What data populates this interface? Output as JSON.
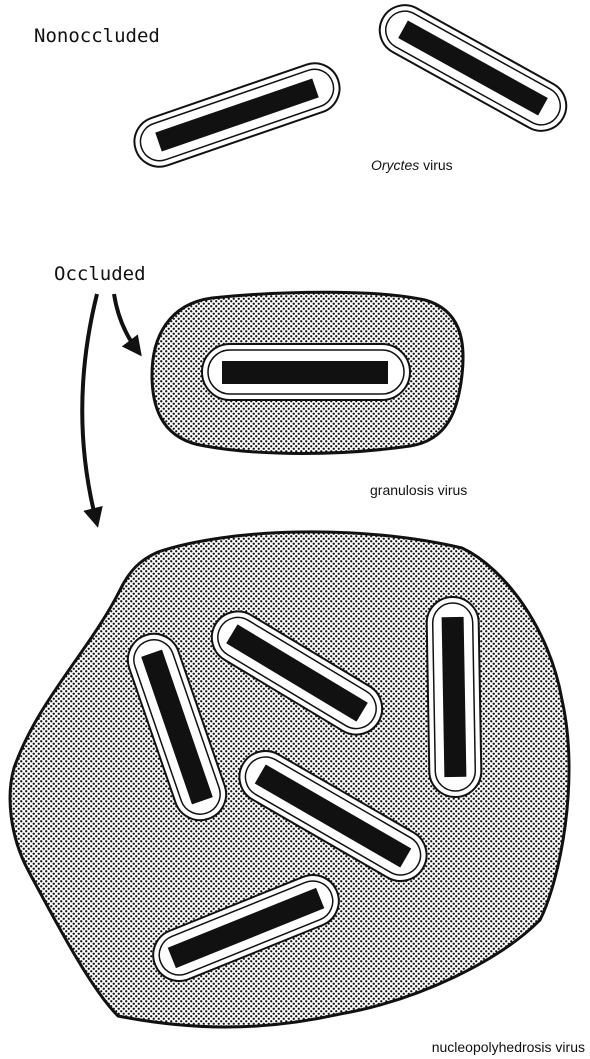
{
  "labels": {
    "nonoccluded": "Nonoccluded",
    "occluded": "Occluded"
  },
  "captions": {
    "oryctes_italic": "Oryctes",
    "oryctes_rest": " virus",
    "granulosis": "granulosis virus",
    "nucleopolyhedrosis": "nucleopolyhedrosis virus"
  },
  "colors": {
    "ink": "#111111",
    "background": "#ffffff"
  }
}
